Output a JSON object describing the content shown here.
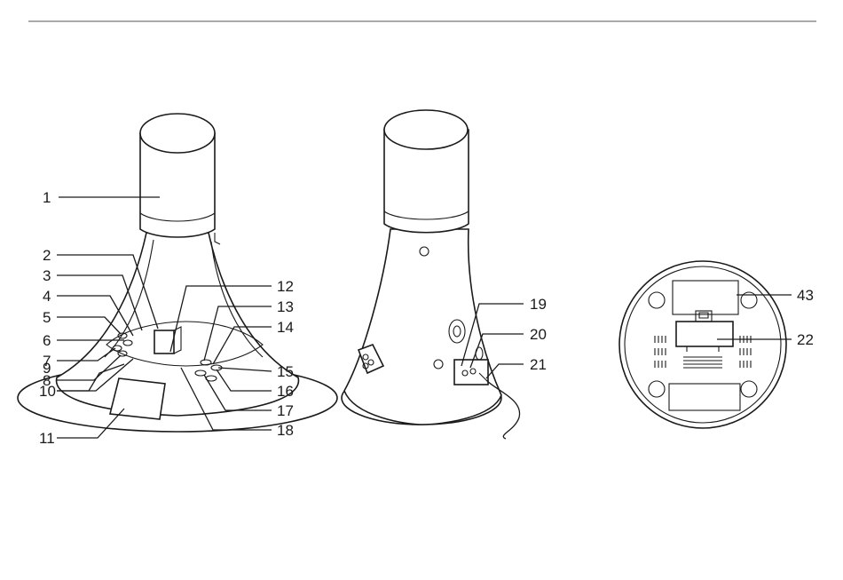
{
  "diagram": {
    "callouts": [
      {
        "id": "1",
        "label": "1"
      },
      {
        "id": "2",
        "label": "2"
      },
      {
        "id": "3",
        "label": "3"
      },
      {
        "id": "4",
        "label": "4"
      },
      {
        "id": "5",
        "label": "5"
      },
      {
        "id": "6",
        "label": "6"
      },
      {
        "id": "7",
        "label": "7"
      },
      {
        "id": "8",
        "label": "8"
      },
      {
        "id": "9",
        "label": "9"
      },
      {
        "id": "10",
        "label": "10"
      },
      {
        "id": "11",
        "label": "11"
      },
      {
        "id": "12",
        "label": "12"
      },
      {
        "id": "13",
        "label": "13"
      },
      {
        "id": "14",
        "label": "14"
      },
      {
        "id": "15",
        "label": "15"
      },
      {
        "id": "16",
        "label": "16"
      },
      {
        "id": "17",
        "label": "17"
      },
      {
        "id": "18",
        "label": "18"
      },
      {
        "id": "19",
        "label": "19"
      },
      {
        "id": "20",
        "label": "20"
      },
      {
        "id": "21",
        "label": "21"
      },
      {
        "id": "22",
        "label": "22"
      },
      {
        "id": "43",
        "label": "43"
      }
    ]
  }
}
